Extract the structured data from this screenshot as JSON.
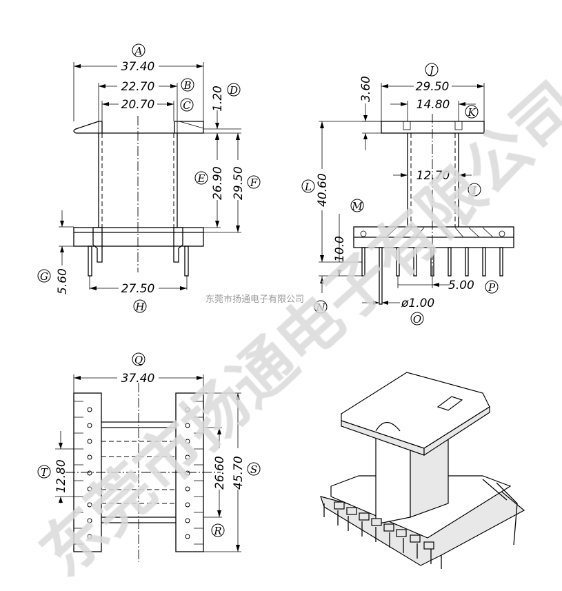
{
  "watermark": {
    "large": "东莞市扬通电子有限公司",
    "small": "东莞市扬通电子有限公司"
  },
  "front_view": {
    "A": {
      "label": "A",
      "value": "37.40"
    },
    "B": {
      "label": "B",
      "value": "22.70"
    },
    "C": {
      "label": "C",
      "value": "20.70"
    },
    "D": {
      "label": "D",
      "value": "1.20"
    },
    "E": {
      "label": "E",
      "value": "26.90"
    },
    "F": {
      "label": "F",
      "value": "29.50"
    },
    "G": {
      "label": "G",
      "value": "5.60"
    },
    "H": {
      "label": "H",
      "value": "27.50"
    }
  },
  "side_view": {
    "J": {
      "label": "J",
      "value": "29.50"
    },
    "K": {
      "label": "K",
      "value": "14.80"
    },
    "I": {
      "label": "I",
      "value": "12.70"
    },
    "D2": {
      "value": "3.60"
    },
    "L": {
      "label": "L",
      "value": "40.60"
    },
    "M": {
      "label": "M",
      "value": "10.0"
    },
    "N": {
      "label": "N"
    },
    "O": {
      "label": "O",
      "value": "ø1.00"
    },
    "P": {
      "label": "P",
      "value": "5.00"
    }
  },
  "bottom_view": {
    "Q": {
      "label": "Q",
      "value": "37.40"
    },
    "S": {
      "label": "S",
      "value": "45.70"
    },
    "R": {
      "label": "R",
      "value": "26.60"
    },
    "T": {
      "label": "T",
      "value": "12.80"
    }
  }
}
